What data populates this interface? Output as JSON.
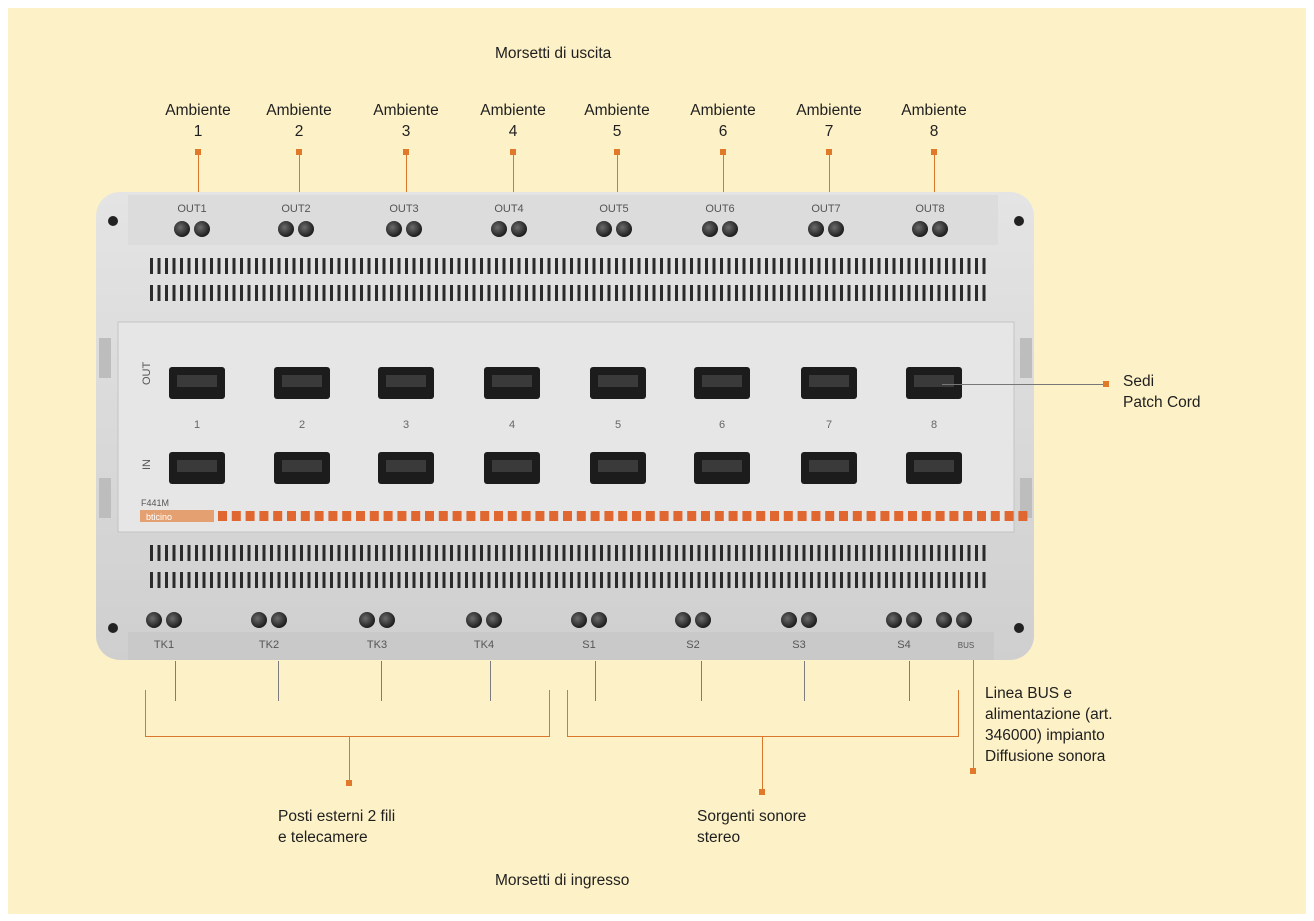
{
  "title_top": "Morsetti di uscita",
  "title_bottom": "Morsetti di ingresso",
  "ambiente_label": "Ambiente",
  "ambiente_numbers": [
    "1",
    "2",
    "3",
    "4",
    "5",
    "6",
    "7",
    "8"
  ],
  "device": {
    "out_terminals": [
      "OUT1",
      "OUT2",
      "OUT3",
      "OUT4",
      "OUT5",
      "OUT6",
      "OUT7",
      "OUT8"
    ],
    "in_terminals": [
      "TK1",
      "TK2",
      "TK3",
      "TK4",
      "S1",
      "S2",
      "S3",
      "S4",
      "BUS"
    ],
    "row_out_label": "OUT",
    "row_in_label": "IN",
    "port_numbers": [
      "1",
      "2",
      "3",
      "4",
      "5",
      "6",
      "7",
      "8"
    ],
    "model": "F441M",
    "brand": "bticino"
  },
  "callouts": {
    "patch_line1": "Sedi",
    "patch_line2": "Patch Cord",
    "posti_line1": "Posti esterni 2 fili",
    "posti_line2": "e telecamere",
    "sorgenti_line1": "Sorgenti sonore",
    "sorgenti_line2": "stereo",
    "bus_line1": "Linea BUS e",
    "bus_line2": "alimentazione (art.",
    "bus_line3": "346000) impianto",
    "bus_line4": "Diffusione sonora"
  },
  "colors": {
    "background": "#fdf1c7",
    "accent": "#e07a2a",
    "device_body": "#d9d9d9",
    "led_strip": "#e0672f"
  }
}
